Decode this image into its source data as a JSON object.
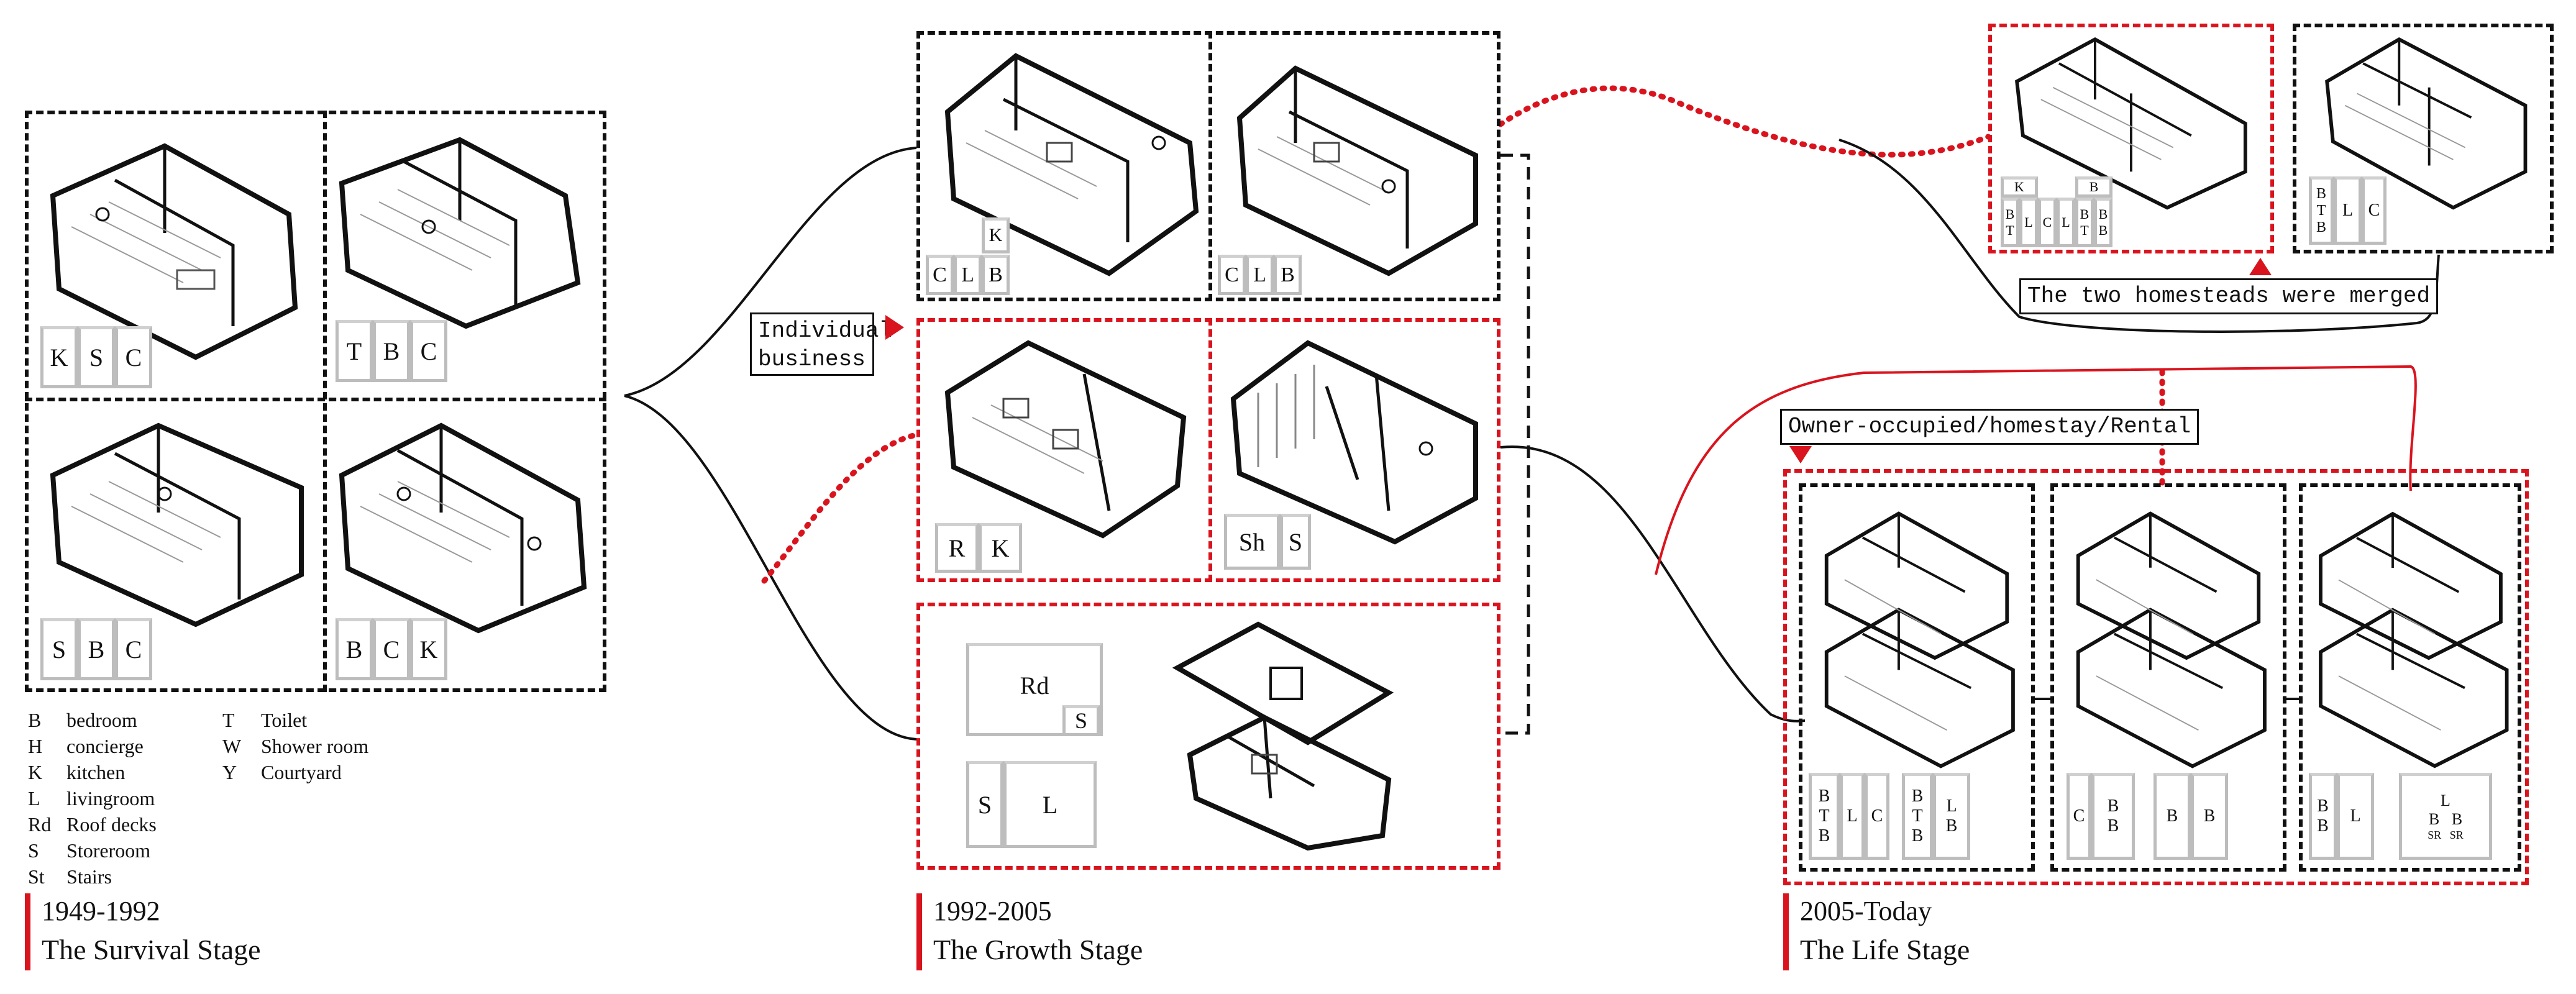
{
  "legend": [
    {
      "k": "B",
      "v": "bedroom"
    },
    {
      "k": "H",
      "v": "concierge"
    },
    {
      "k": "K",
      "v": "kitchen"
    },
    {
      "k": "L",
      "v": "livingroom"
    },
    {
      "k": "Rd",
      "v": "Roof decks"
    },
    {
      "k": "S",
      "v": "Storeroom"
    },
    {
      "k": "St",
      "v": "Stairs"
    }
  ],
  "legend2": [
    {
      "k": "T",
      "v": "Toilet"
    },
    {
      "k": "W",
      "v": "Shower room"
    },
    {
      "k": "Y",
      "v": "Courtyard"
    }
  ],
  "stages": [
    {
      "years": "1949-1992",
      "name": "The Survival Stage"
    },
    {
      "years": "1992-2005",
      "name": "The Growth Stage"
    },
    {
      "years": "2005-Today",
      "name": "The Life Stage"
    }
  ],
  "labels": {
    "individual_business": "Individual business",
    "merged": "The two homesteads were merged",
    "owner": "Owner-occupied/homestay/Rental"
  },
  "plans": {
    "s1a": [
      "K",
      "S",
      "C"
    ],
    "s1b": [
      "T",
      "B",
      "C"
    ],
    "s1c": [
      "S",
      "B",
      "C"
    ],
    "s1d": [
      "B",
      "C",
      "K"
    ],
    "g1": [
      "C",
      "L",
      "B"
    ],
    "g1top": "K",
    "g2": [
      "C",
      "L",
      "B"
    ],
    "g3": [
      "R",
      "K"
    ],
    "g4": [
      "Sh",
      "S"
    ],
    "g5top": [
      "Rd",
      "S"
    ],
    "g5bot": [
      "S",
      "L"
    ],
    "m1": [
      "K",
      "B",
      "B",
      "T",
      "L",
      "C",
      "L",
      "B",
      "T",
      "B",
      "B"
    ],
    "m2": [
      "B",
      "T",
      "L",
      "C",
      "B"
    ],
    "l1": [
      "B",
      "T",
      "L",
      "C",
      "B",
      "B",
      "L",
      "T",
      "B",
      "B"
    ],
    "l2": [
      "C",
      "B",
      "B",
      "B",
      "B"
    ],
    "l3": [
      "B",
      "B",
      "L",
      "L",
      "B",
      "B",
      "SR",
      "SR"
    ]
  }
}
